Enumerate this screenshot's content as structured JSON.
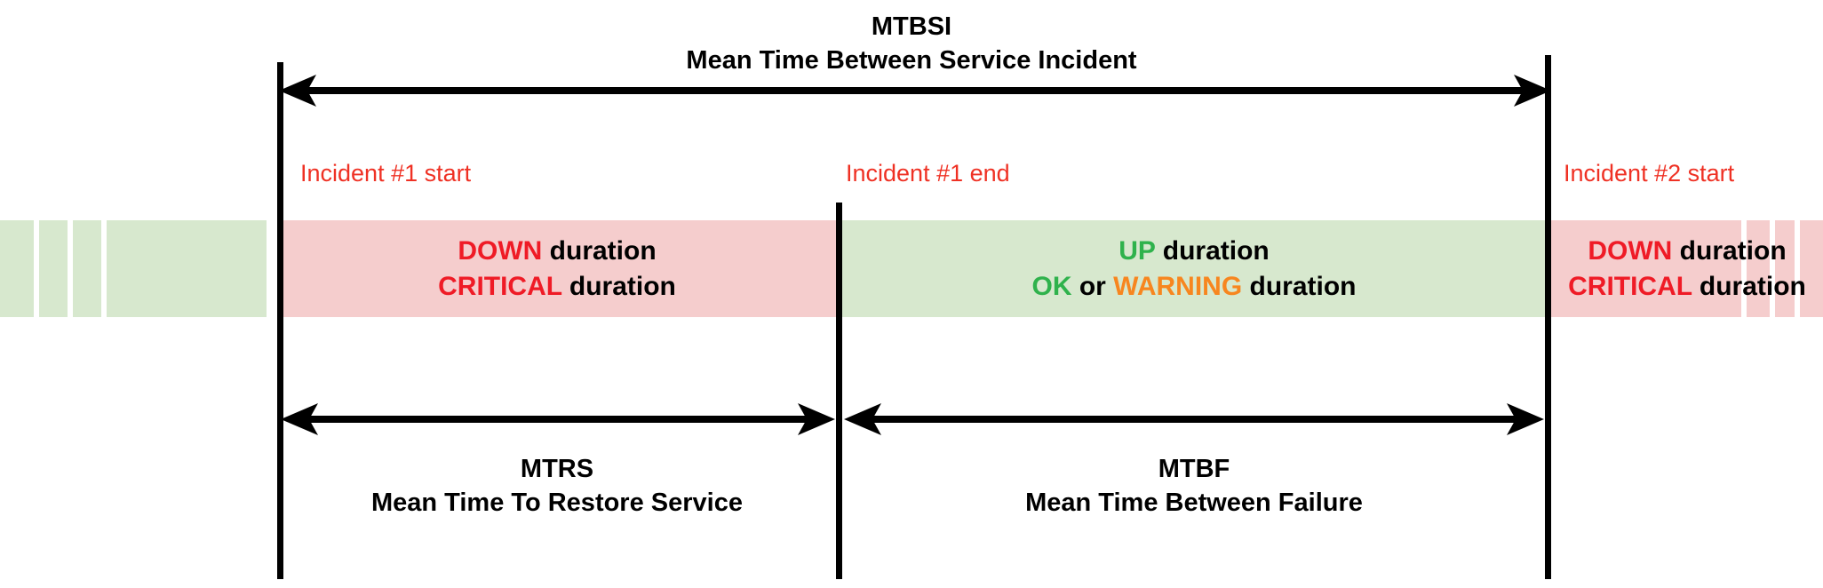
{
  "diagram": {
    "title_top": {
      "abbr": "MTBSI",
      "full": "Mean Time Between Service Incident"
    },
    "markers": [
      {
        "name": "incident-1-start",
        "label": "Incident #1 start"
      },
      {
        "name": "incident-1-end",
        "label": "Incident #1 end"
      },
      {
        "name": "incident-2-start",
        "label": "Incident #2 start"
      }
    ],
    "bands": [
      {
        "name": "down-band-1",
        "state": "down",
        "line1": {
          "highlight": "DOWN",
          "rest": " duration"
        },
        "line2": {
          "highlight": "CRITICAL",
          "rest": " duration"
        }
      },
      {
        "name": "up-band",
        "state": "up",
        "line1": {
          "highlight": "UP",
          "rest": " duration"
        },
        "line2_a": "OK",
        "line2_mid": " or ",
        "line2_b": "WARNING",
        "line2_rest": " duration"
      },
      {
        "name": "down-band-2",
        "state": "down",
        "line1": {
          "highlight": "DOWN",
          "rest": " duration"
        },
        "line2": {
          "highlight": "CRITICAL",
          "rest": " duration"
        }
      }
    ],
    "metrics": [
      {
        "name": "mtrs",
        "abbr": "MTRS",
        "full": "Mean Time To Restore Service"
      },
      {
        "name": "mtbf",
        "abbr": "MTBF",
        "full": "Mean Time Between Failure"
      }
    ],
    "colors": {
      "critical_red": "#ef1b26",
      "incident_label_red": "#ef3124",
      "ok_green": "#2fb24c",
      "warning_orange": "#f7861f",
      "band_red_fill": "#f5cdcd",
      "band_green_fill": "#d7e8ce",
      "line_black": "#000000",
      "background": "#ffffff"
    }
  }
}
